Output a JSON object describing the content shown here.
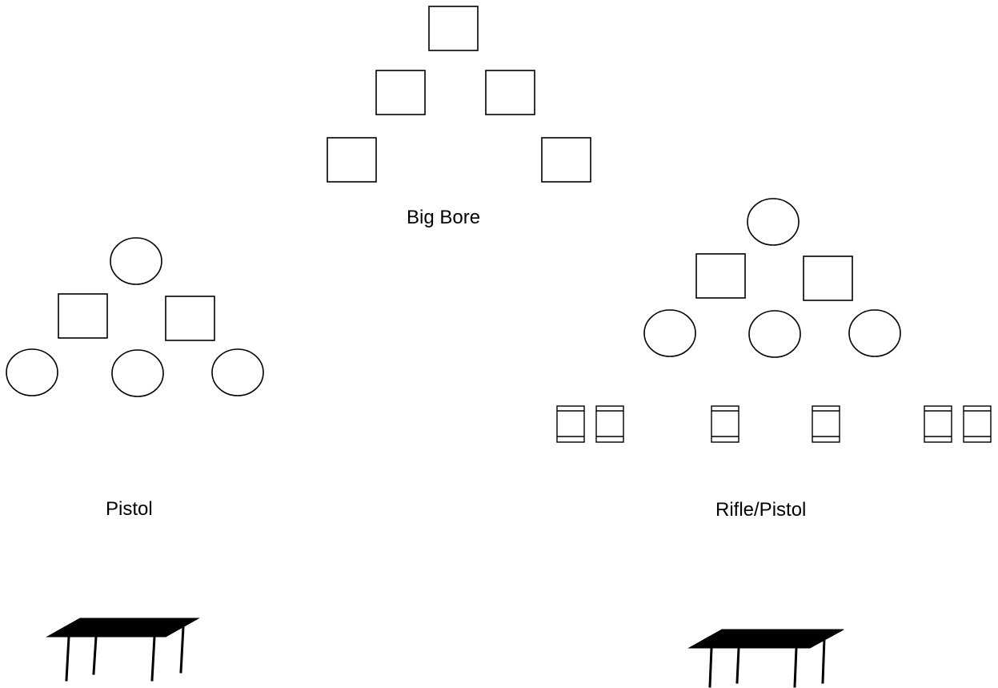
{
  "labels": {
    "big_bore": "Big Bore",
    "pistol": "Pistol",
    "rifle_pistol": "Rifle/Pistol"
  },
  "colors": {
    "stroke": "#000000",
    "table_top": "#000000",
    "background": "#ffffff"
  }
}
